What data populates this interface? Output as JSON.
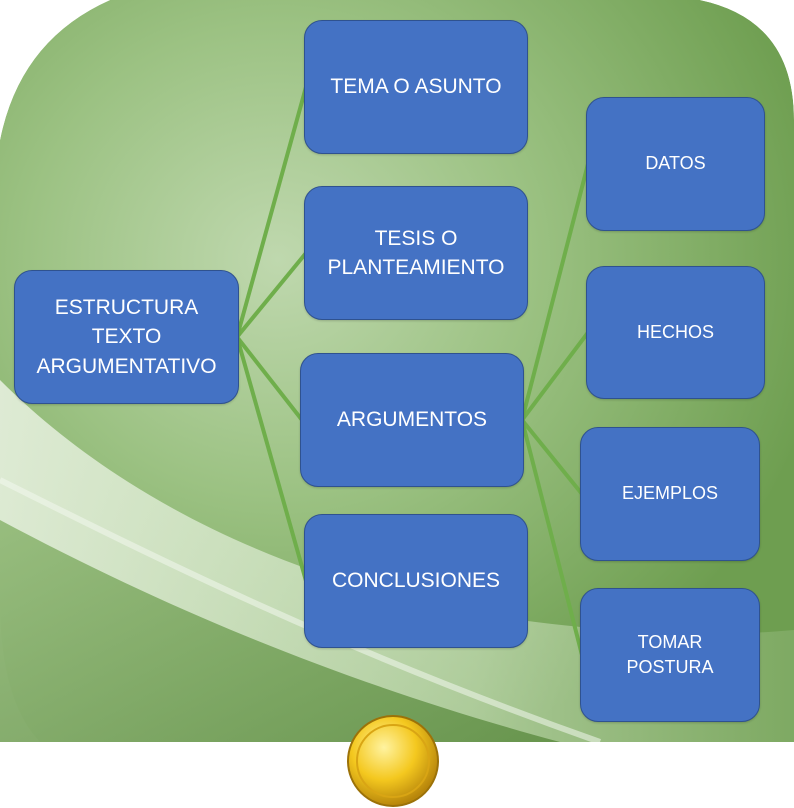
{
  "diagram": {
    "root": {
      "id": "root",
      "label": "ESTRUCTURA\nTEXTO\nARGUMENTATIVO"
    },
    "level1": [
      {
        "id": "tema",
        "label": "TEMA O ASUNTO"
      },
      {
        "id": "tesis",
        "label": "TESIS O\nPLANTEAMIENTO"
      },
      {
        "id": "argumentos",
        "label": "ARGUMENTOS"
      },
      {
        "id": "conclusiones",
        "label": "CONCLUSIONES"
      }
    ],
    "level2": [
      {
        "id": "datos",
        "label": "DATOS"
      },
      {
        "id": "hechos",
        "label": "HECHOS"
      },
      {
        "id": "ejemplos",
        "label": "EJEMPLOS"
      },
      {
        "id": "postura",
        "label": "TOMAR\nPOSTURA"
      }
    ],
    "edges": [
      [
        "root",
        "tema"
      ],
      [
        "root",
        "tesis"
      ],
      [
        "root",
        "argumentos"
      ],
      [
        "root",
        "conclusiones"
      ],
      [
        "argumentos",
        "datos"
      ],
      [
        "argumentos",
        "hechos"
      ],
      [
        "argumentos",
        "ejemplos"
      ],
      [
        "argumentos",
        "postura"
      ]
    ]
  },
  "colors": {
    "node_fill": "#4472C4",
    "node_border": "#2F528F",
    "connector": "#6FAE4B",
    "background_dark": "#6E9E50",
    "background_light": "#DCEBD2"
  }
}
